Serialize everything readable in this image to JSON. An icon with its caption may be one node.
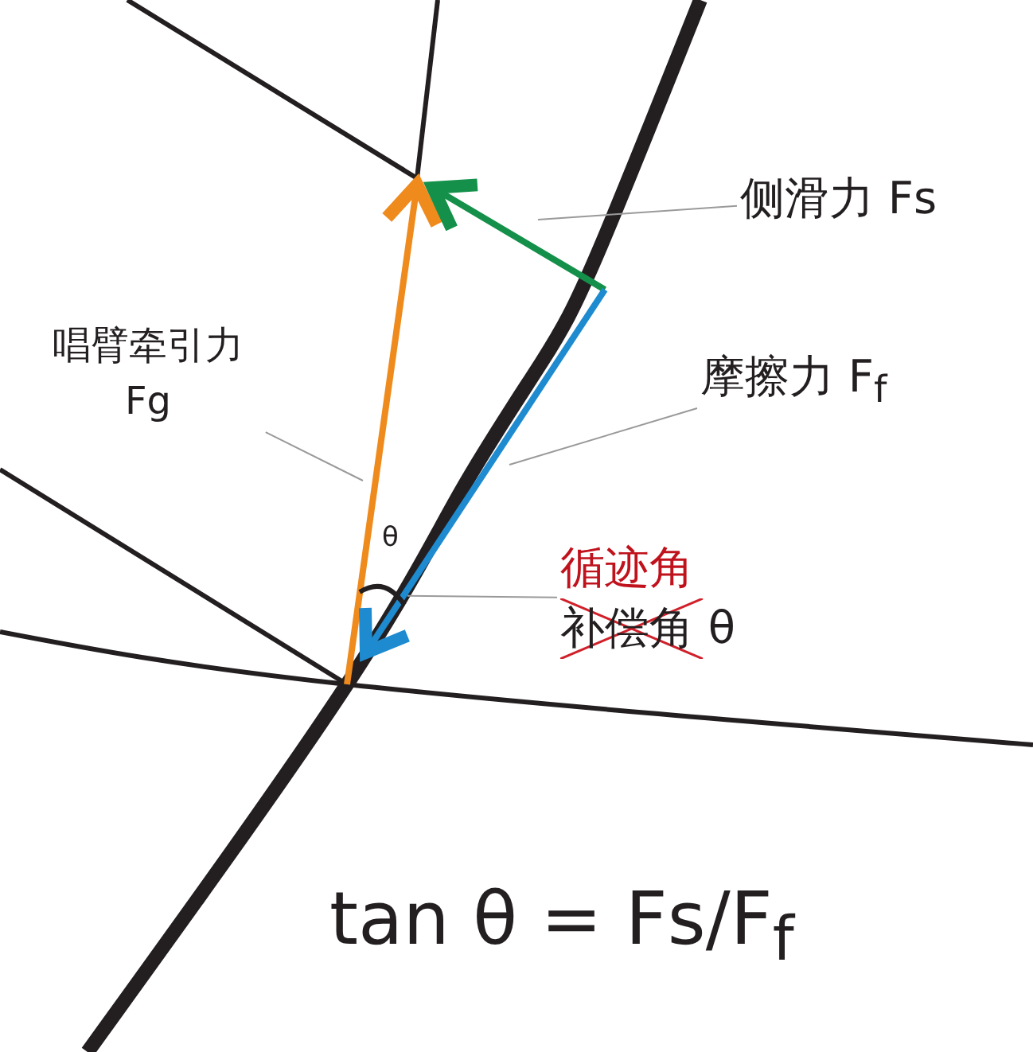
{
  "diagram": {
    "nodes": [
      {
        "text": [
          "侧滑力 Fs"
        ]
      },
      {
        "text": [
          "摩擦力 F$_{f}$"
        ]
      },
      {
        "text": [
          "唱臂牵引力 Fg"
        ]
      },
      {
        "text": [
          "循迹角",
          "补偿角 θ"
        ]
      },
      {
        "text": [],
        "shape": "arc"
      }
    ],
    "edges": [
      {
        "from": 0,
        "to": null,
        "arrow": "none"
      },
      {
        "from": 1,
        "to": null,
        "arrow": "none"
      },
      {
        "from": 2,
        "to": null,
        "arrow": "none"
      },
      {
        "from": 3,
        "to": 4,
        "arrow": "none"
      }
    ],
    "labels": [
      "θ",
      "tan θ = Fs/F$_{f}$"
    ]
  }
}
